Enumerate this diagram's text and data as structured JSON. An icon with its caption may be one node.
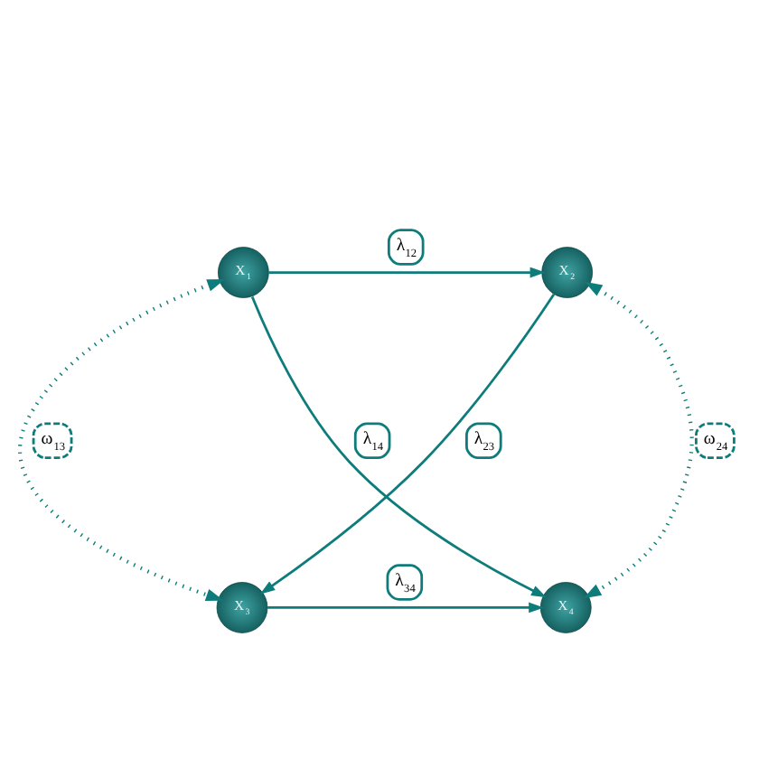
{
  "diagram": {
    "nodes": [
      {
        "text": [
          "X$_{1}$"
        ]
      },
      {
        "text": [
          "X$_{2}$"
        ]
      },
      {
        "text": [
          "X$_{3}$"
        ]
      },
      {
        "text": [
          "X$_{4}$"
        ]
      }
    ],
    "edges": [
      {
        "from": 0,
        "to": 1,
        "arrow": "to",
        "label": "λ$_{12}$"
      },
      {
        "from": 0,
        "to": 3,
        "arrow": "to",
        "label": "λ$_{14}$"
      },
      {
        "from": 1,
        "to": 2,
        "arrow": "to",
        "label": "λ$_{23}$"
      },
      {
        "from": 2,
        "to": 3,
        "arrow": "to",
        "label": "λ$_{34}$"
      },
      {
        "from": 0,
        "to": 2,
        "arrow": "both",
        "label": "ω$_{13}$",
        "style": "dashed"
      },
      {
        "from": 1,
        "to": 3,
        "arrow": "both",
        "label": "ω$_{24}$",
        "style": "dashed"
      }
    ]
  }
}
